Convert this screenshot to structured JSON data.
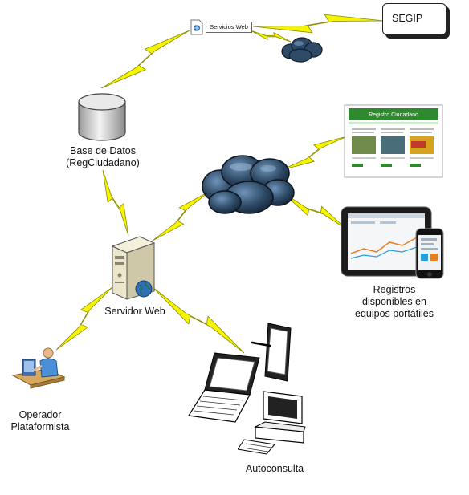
{
  "diagram": {
    "nodes": {
      "segip": {
        "label": "SEGIP"
      },
      "servicios_web": {
        "label": "Servicios Web"
      },
      "base_datos": {
        "label_line1": "Base de Datos",
        "label_line2": "(RegCiudadano)"
      },
      "servidor_web": {
        "label": "Servidor Web"
      },
      "registros": {
        "label_line1": "Registros",
        "label_line2": "disponibles en",
        "label_line3": "equipos portátiles"
      },
      "operador": {
        "label_line1": "Operador",
        "label_line2": "Plataformista"
      },
      "autoconsulta": {
        "label": "Autoconsulta"
      },
      "website_preview": {
        "header": "Registro Ciudadano"
      }
    },
    "colors": {
      "lightning": "#f5f500",
      "lightning_stroke": "#8a8a00",
      "cloud": "#2e4a66",
      "server": "#ece6cc",
      "globe": "#2b8a3e"
    },
    "icons": [
      "database-icon",
      "server-icon",
      "cloud-icon",
      "website-icon",
      "tablet-icon",
      "smartphone-icon",
      "laptop-icon",
      "desktop-icon",
      "operator-icon",
      "document-icon"
    ]
  }
}
